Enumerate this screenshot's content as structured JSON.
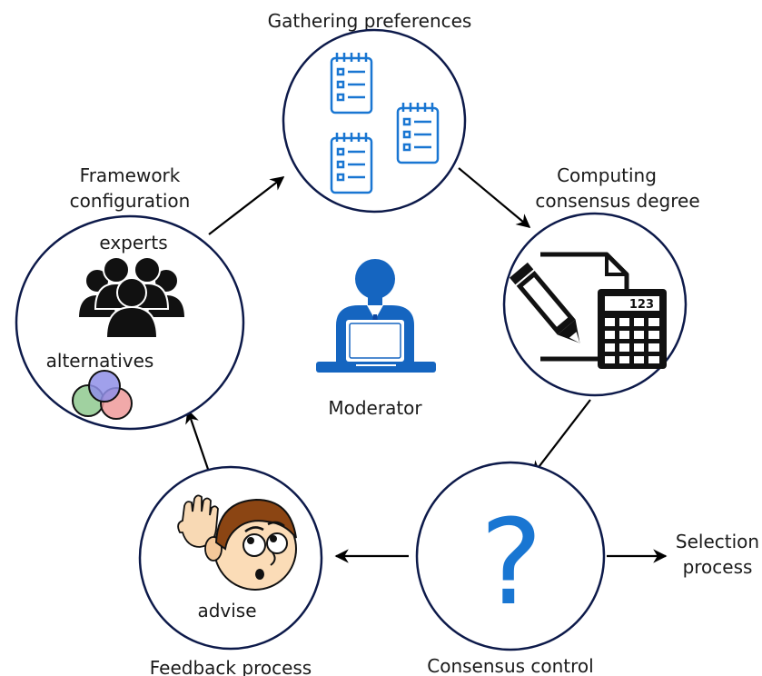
{
  "labels": {
    "gathering": "Gathering preferences",
    "computing_line1": "Computing",
    "computing_line2": "consensus degree",
    "framework_line1": "Framework",
    "framework_line2": "configuration",
    "experts": "experts",
    "alternatives": "alternatives",
    "moderator": "Moderator",
    "advise": "advise",
    "feedback": "Feedback process",
    "consensus_control": "Consensus control",
    "selection_line1": "Selection",
    "selection_line2": "process",
    "calculator_display": "123",
    "question_mark": "?"
  },
  "colors": {
    "circle_stroke": "#0d1a4a",
    "accent_blue": "#1976d2",
    "moderator_blue": "#1565c0",
    "arrow": "#000000",
    "venn_green": "#8fc98f",
    "venn_blue": "#8f8fe8",
    "venn_red": "#ef9a9a"
  },
  "icons": {
    "gathering": "checklist-icon",
    "computing": "pencil-document-calculator-icon",
    "framework": "people-group-icon",
    "alternatives": "venn-diagram-icon",
    "moderator": "moderator-laptop-icon",
    "control": "question-mark-icon",
    "feedback": "listening-face-icon"
  }
}
